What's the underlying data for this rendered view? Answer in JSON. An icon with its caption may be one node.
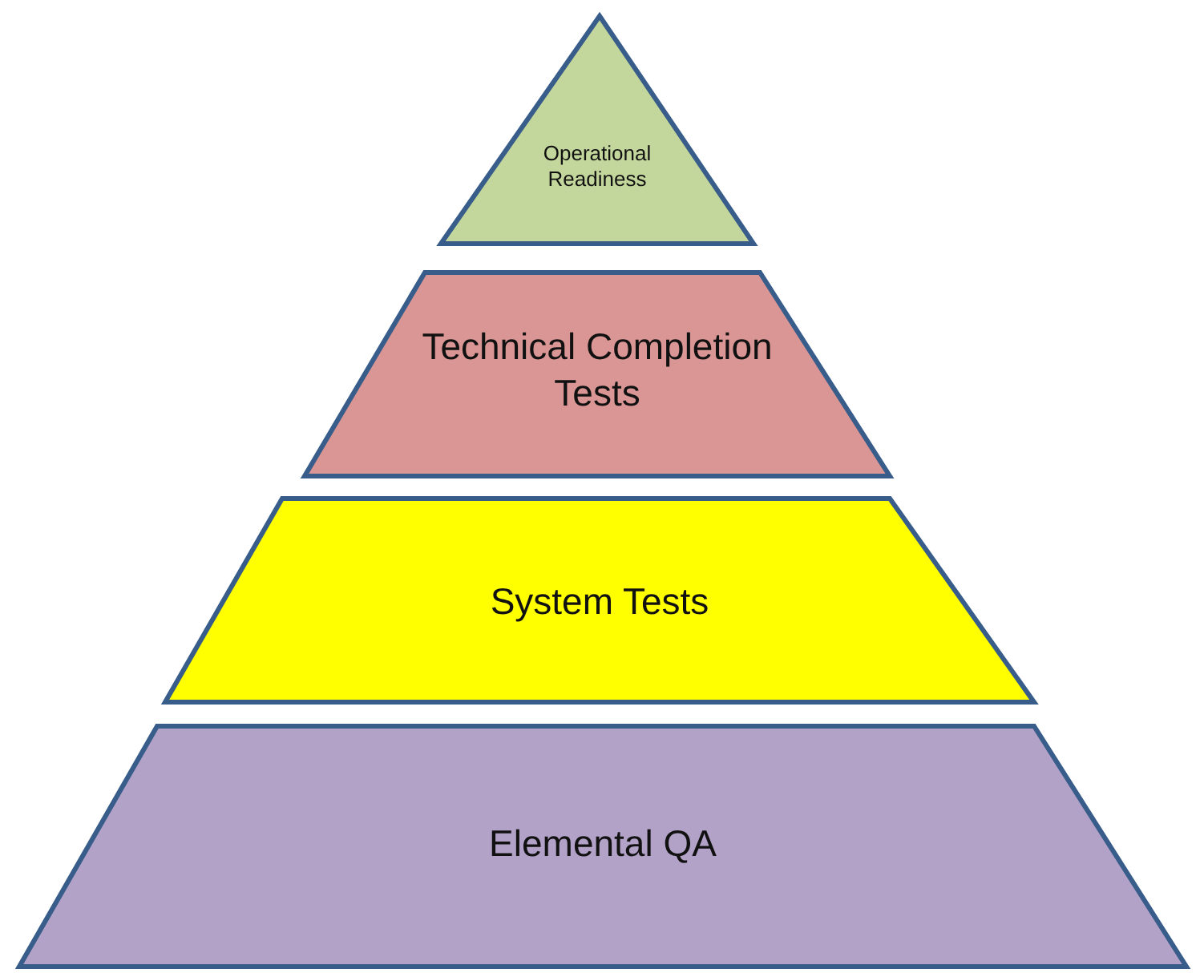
{
  "diagram": {
    "nodes": [
      {
        "text": [
          "Operational Readiness"
        ]
      },
      {
        "text": [
          "Technical Completion Tests"
        ]
      },
      {
        "text": [
          "System Tests"
        ]
      },
      {
        "text": [
          "Elemental QA"
        ]
      }
    ]
  }
}
